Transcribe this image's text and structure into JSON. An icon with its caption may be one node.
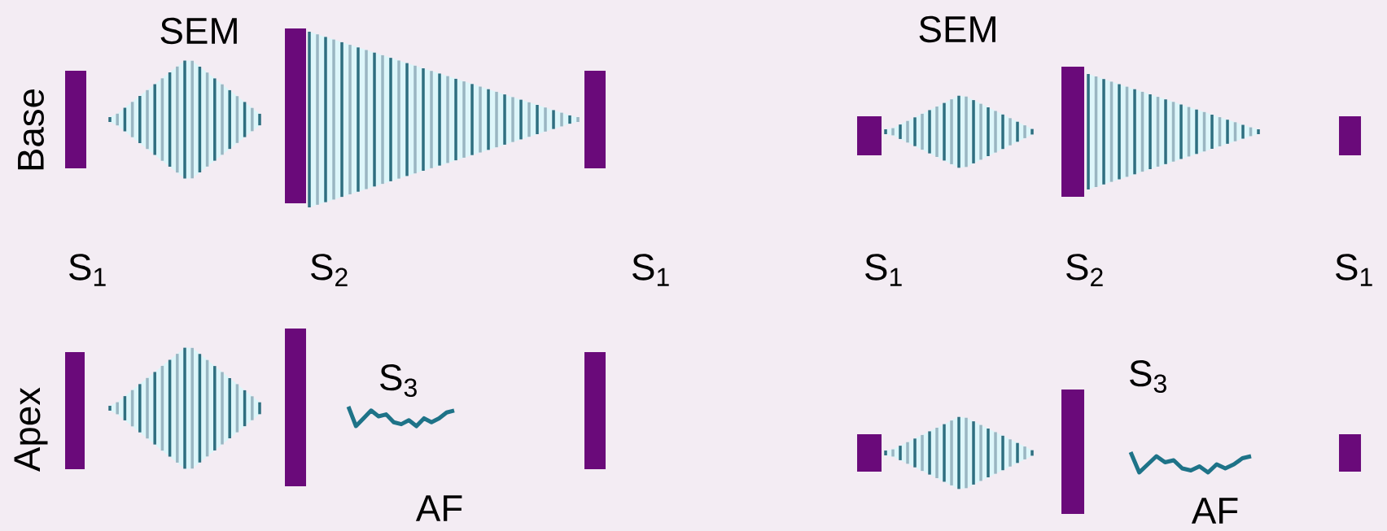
{
  "diagram": {
    "labels": [
      "Base",
      "SEM",
      "SEM",
      "S$_{1}$",
      "S$_{2}$",
      "S$_{1}$",
      "S$_{1}$",
      "S$_{2}$",
      "S$_{1}$",
      "Apex",
      "S$_{3}$",
      "S$_{3}$",
      "AF",
      "AF"
    ]
  }
}
